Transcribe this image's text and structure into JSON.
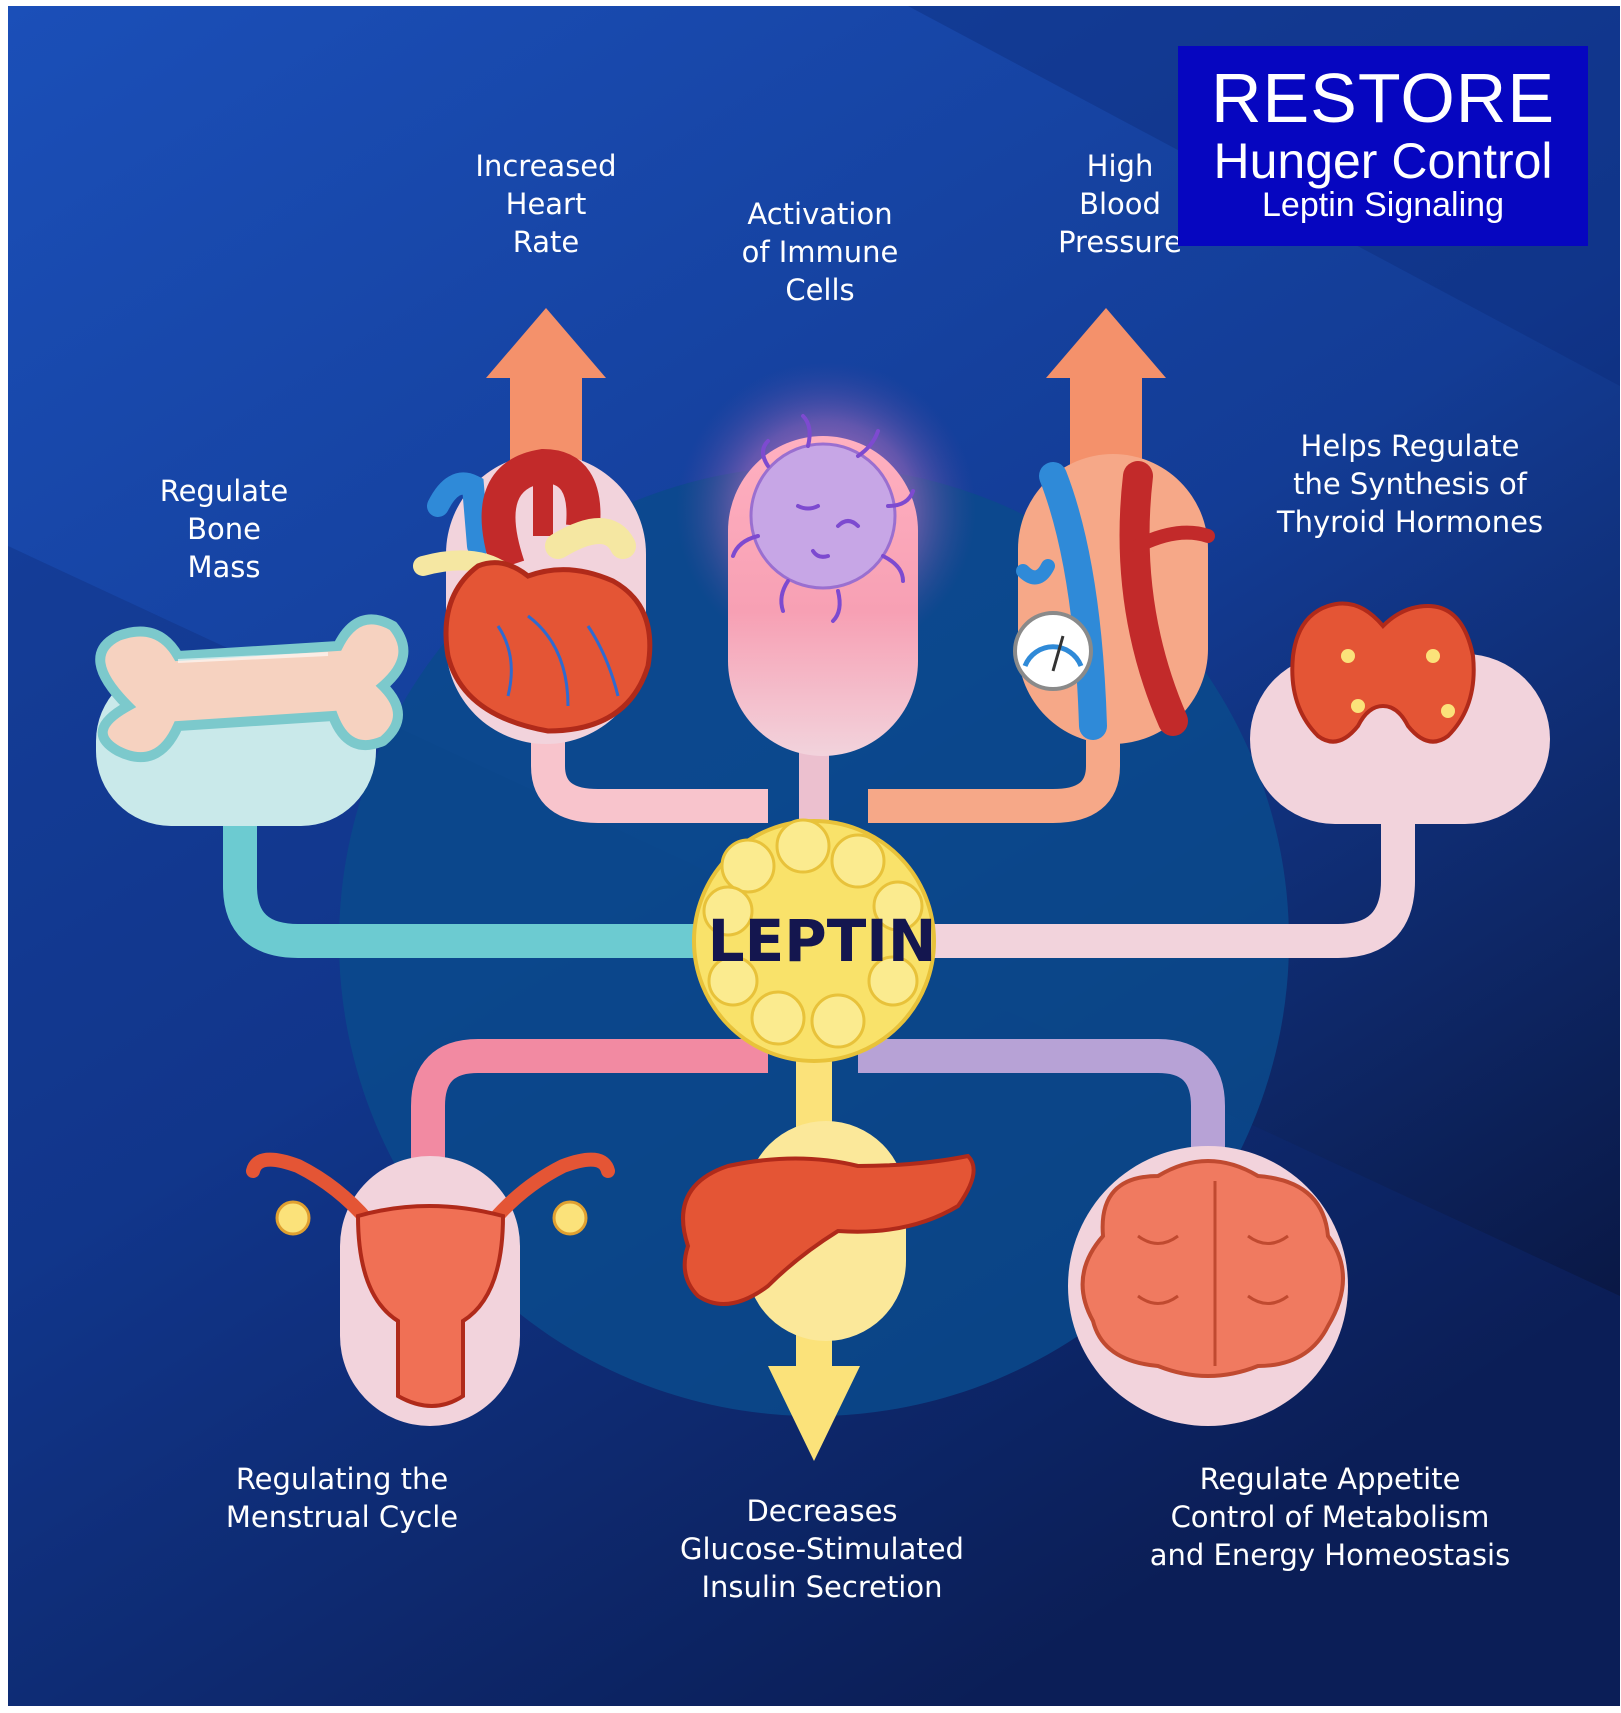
{
  "brand": {
    "title": "RESTORE",
    "subtitle": "Hunger Control",
    "tagline": "Leptin Signaling",
    "background_color": "#0606c0"
  },
  "center": {
    "label": "LEPTIN"
  },
  "effects": {
    "heart": [
      "Increased",
      "Heart",
      "Rate"
    ],
    "immune": [
      "Activation",
      "of Immune",
      "Cells"
    ],
    "blood_pressure": [
      "High",
      "Blood",
      "Pressure"
    ],
    "bone": [
      "Regulate",
      "Bone",
      "Mass"
    ],
    "thyroid": [
      "Helps Regulate",
      "the Synthesis of",
      "Thyroid Hormones"
    ],
    "menstrual": [
      "Regulating the",
      "Menstrual Cycle"
    ],
    "insulin": [
      "Decreases",
      "Glucose-Stimulated",
      "Insulin Secretion"
    ],
    "appetite": [
      "Regulate Appetite",
      "Control of Metabolism",
      "and Energy Homeostasis"
    ]
  },
  "colors": {
    "background_top": "#1a4fb5",
    "background_bottom": "#0b1a4a",
    "arrow_orange": "#f4916b",
    "bone_teal": "#6ccbd1",
    "thyroid_pink": "#f2d3dc",
    "menstrual_pink": "#f28aa2",
    "insulin_yellow": "#fbe27a",
    "appetite_purple": "#b7a2d6",
    "leptin_yellow": "#f9e26a",
    "leptin_text": "#14164f"
  }
}
